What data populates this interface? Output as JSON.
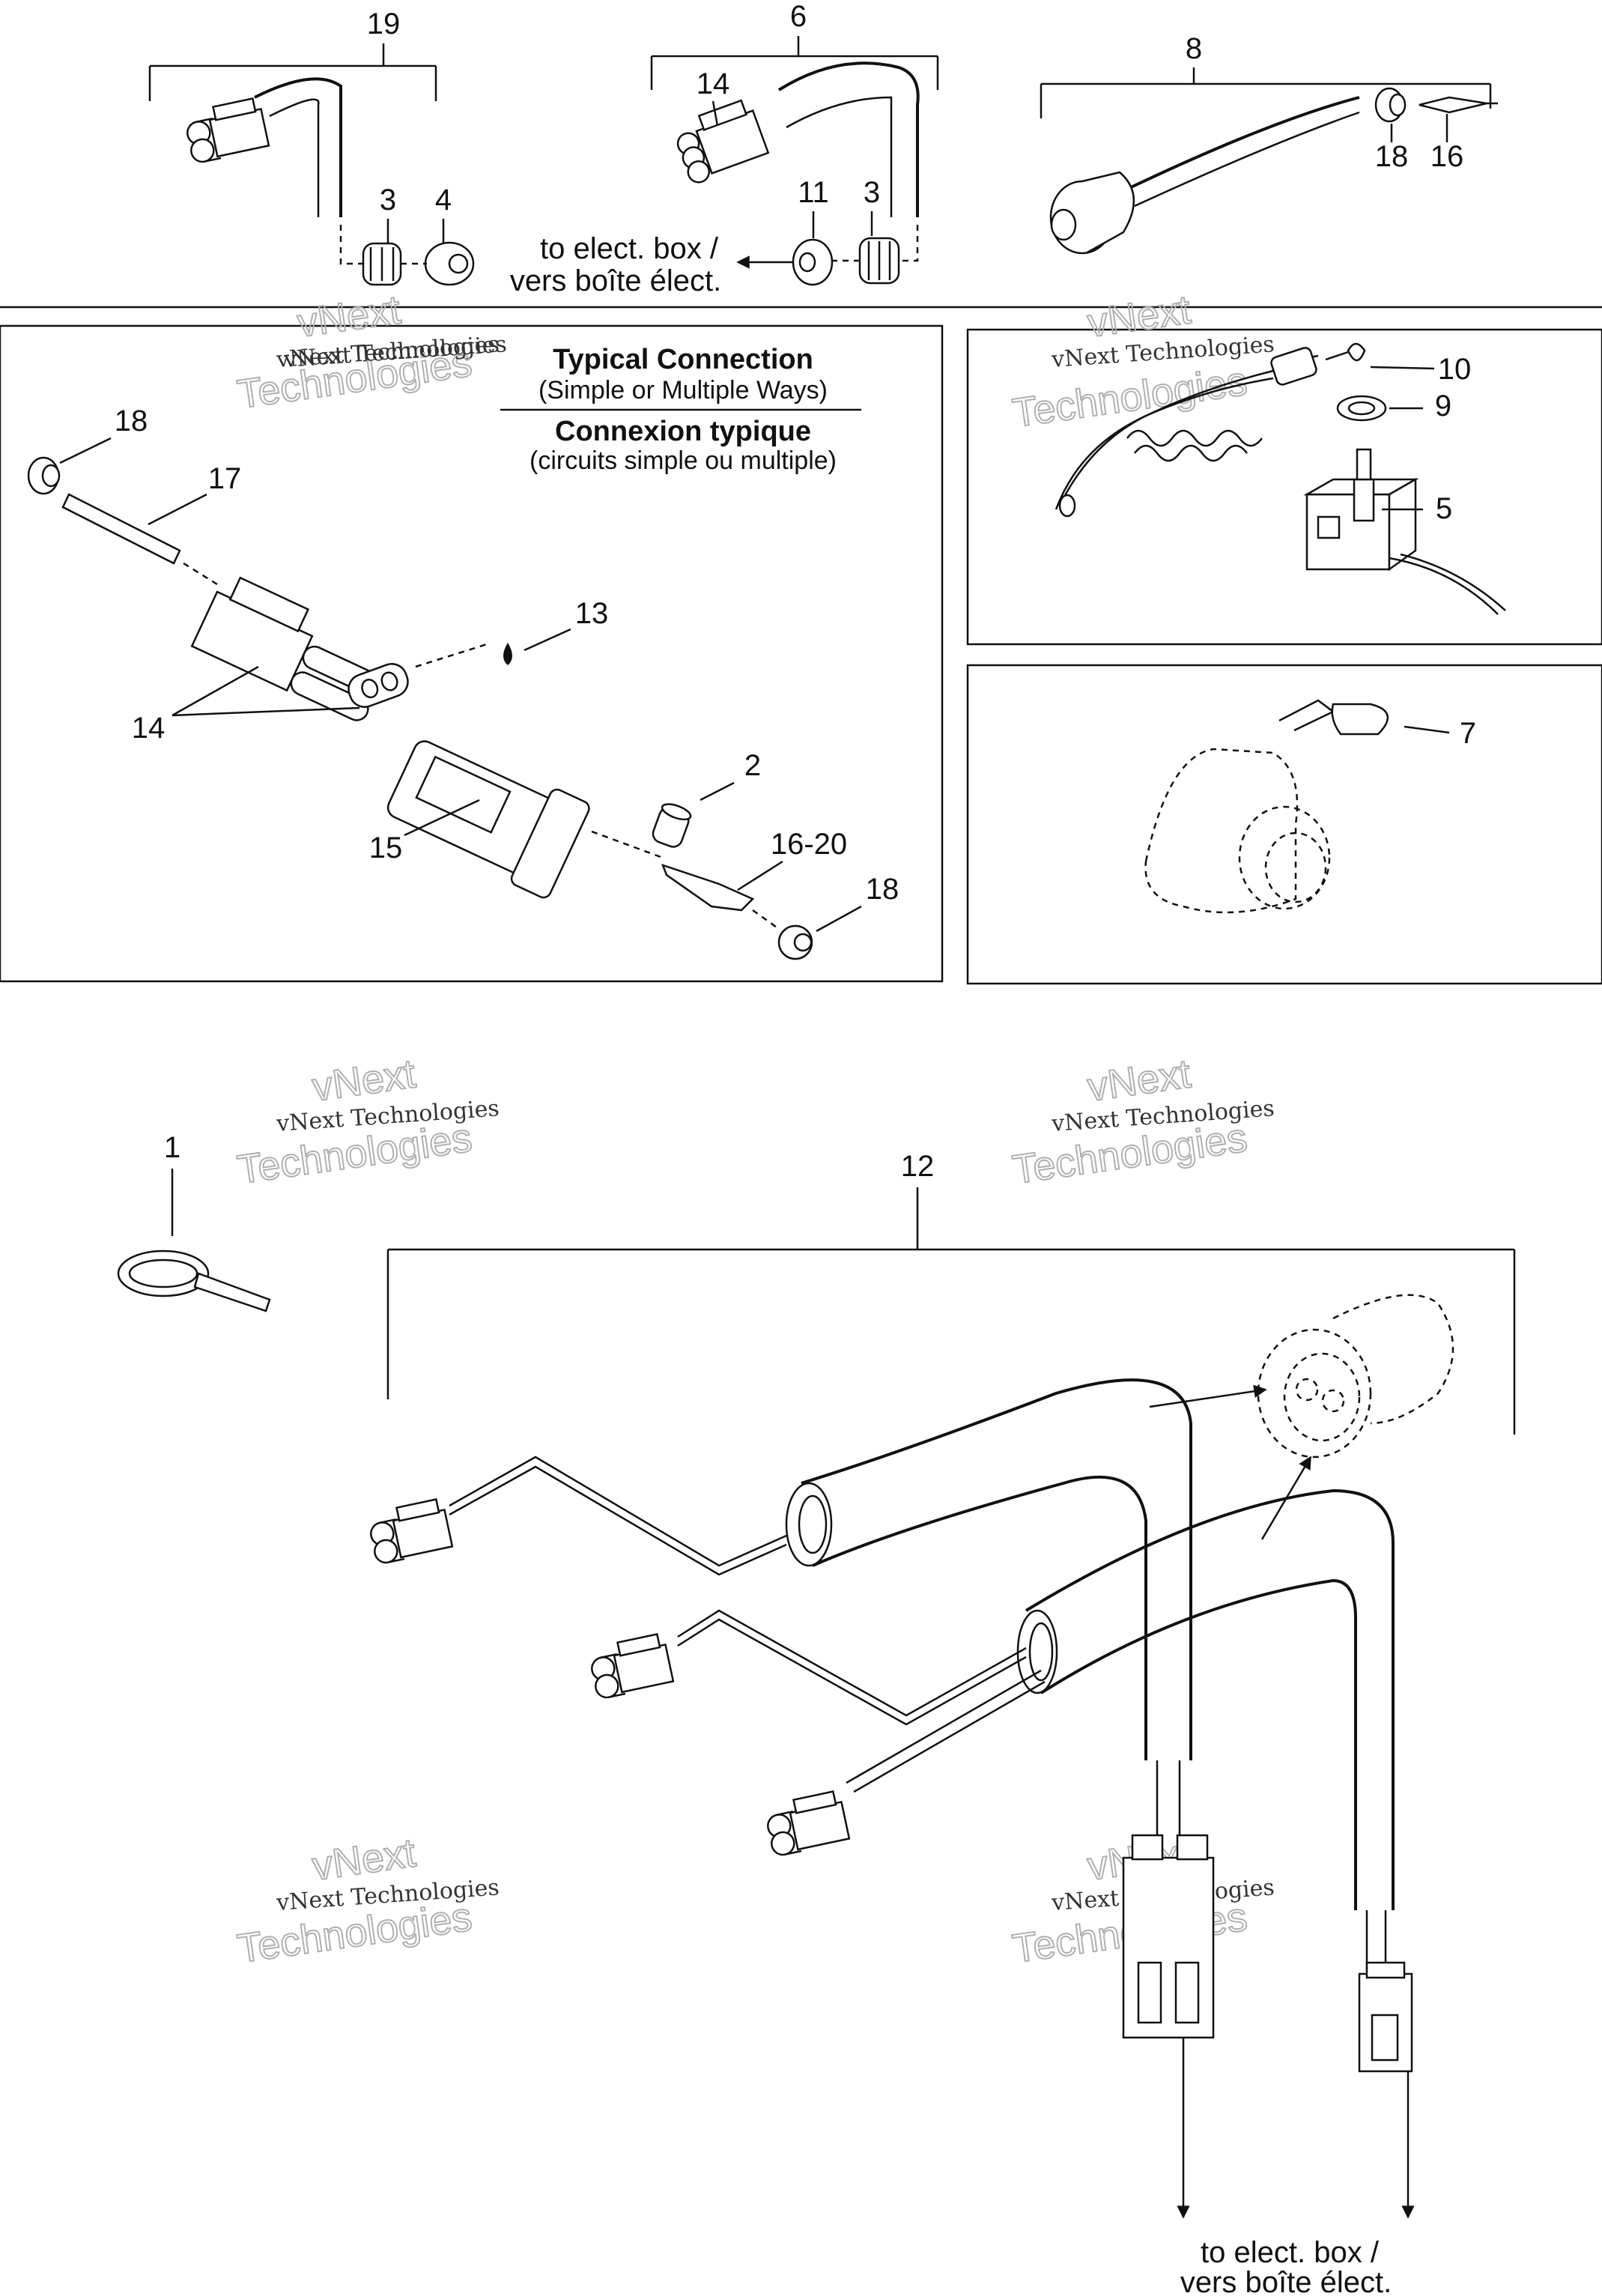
{
  "diagram": {
    "callouts": {
      "c1": "1",
      "c2": "2",
      "c3a": "3",
      "c3b": "3",
      "c4": "4",
      "c5": "5",
      "c6": "6",
      "c7": "7",
      "c8": "8",
      "c9": "9",
      "c10": "10",
      "c11": "11",
      "c12": "12",
      "c13": "13",
      "c14a": "14",
      "c14b": "14",
      "c15": "15",
      "c16": "16",
      "c16_20": "16-20",
      "c17": "17",
      "c18a": "18",
      "c18b": "18",
      "c18c": "18",
      "c19": "19"
    },
    "typical_connection": {
      "title_en": "Typical Connection",
      "subtitle_en": "(Simple or Multiple Ways)",
      "title_fr": "Connexion typique",
      "subtitle_fr": "(circuits simple ou multiple)"
    },
    "notes": {
      "top_line1": "to elect. box /",
      "top_line2": "vers boîte élect.",
      "bottom_line1": "to elect. box /",
      "bottom_line2": "vers boîte élect."
    },
    "watermark": {
      "line1": "vNext Technologies",
      "line2": "vNext",
      "line3": "Technologies"
    }
  }
}
